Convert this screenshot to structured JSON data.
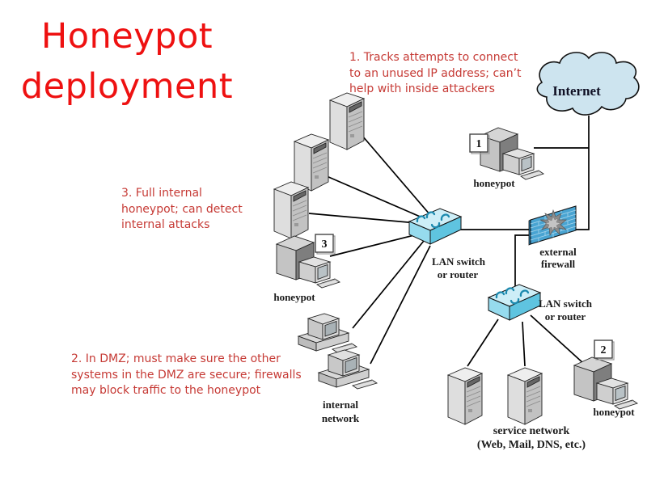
{
  "slide": {
    "title": {
      "line1": "Honeypot",
      "line2": "deployment"
    }
  },
  "annotations": {
    "note1": {
      "line1": "1. Tracks attempts to connect",
      "line2": "to an unused IP address; can’t",
      "line3": "help with inside attackers"
    },
    "note3": {
      "line1": "3. Full internal",
      "line2": "honeypot; can detect",
      "line3": "internal attacks"
    },
    "note2": {
      "line1": "2. In DMZ; must make sure the other",
      "line2": "systems in the DMZ are secure; firewalls",
      "line3": "may block traffic to the honeypot"
    }
  },
  "diagram": {
    "internet": {
      "label": "Internet"
    },
    "external_firewall": {
      "label_line1": "external",
      "label_line2": "firewall"
    },
    "lan_switch_main": {
      "label_line1": "LAN switch",
      "label_line2": "or router"
    },
    "lan_switch_dmz": {
      "label_line1": "LAN switch",
      "label_line2": "or router"
    },
    "honeypot_1": {
      "number": "1",
      "label": "honeypot"
    },
    "honeypot_2": {
      "number": "2",
      "label": "honeypot"
    },
    "honeypot_3": {
      "number": "3",
      "label": "honeypot"
    },
    "internal_network": {
      "label_line1": "internal",
      "label_line2": "network"
    },
    "service_network": {
      "label_line1": "service network",
      "label_line2": "(Web, Mail, DNS, etc.)"
    }
  },
  "colors": {
    "title_red": "#ee1111",
    "annotation_red": "#c63a35",
    "cloud_fill": "#cde4ef",
    "switch_top": "#cdeef7",
    "switch_front": "#96dbee",
    "switch_side": "#5fc4e0",
    "switch_arrow": "#1b89ae",
    "firewall_blue": "#49a4d2",
    "label_ink": "#1b1b1b"
  }
}
